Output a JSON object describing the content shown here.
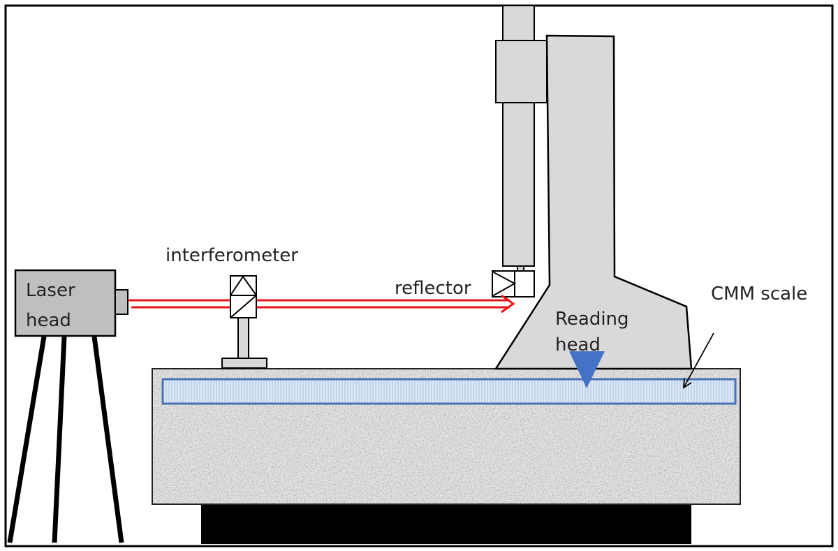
{
  "labels": {
    "laser_head_line1": "Laser",
    "laser_head_line2": "head",
    "interferometer": "interferometer",
    "reflector": "reflector",
    "reading_head_line1": "Reading",
    "reading_head_line2": "head",
    "cmm_scale": "CMM scale"
  },
  "colors": {
    "beam": "#e8141c",
    "machine_gray": "#d9d9d9",
    "laser_gray": "#bfbfbf",
    "reading_head": "#4472c4",
    "scale_fill": "#dbe8f7",
    "scale_border": "#4a72b0"
  }
}
